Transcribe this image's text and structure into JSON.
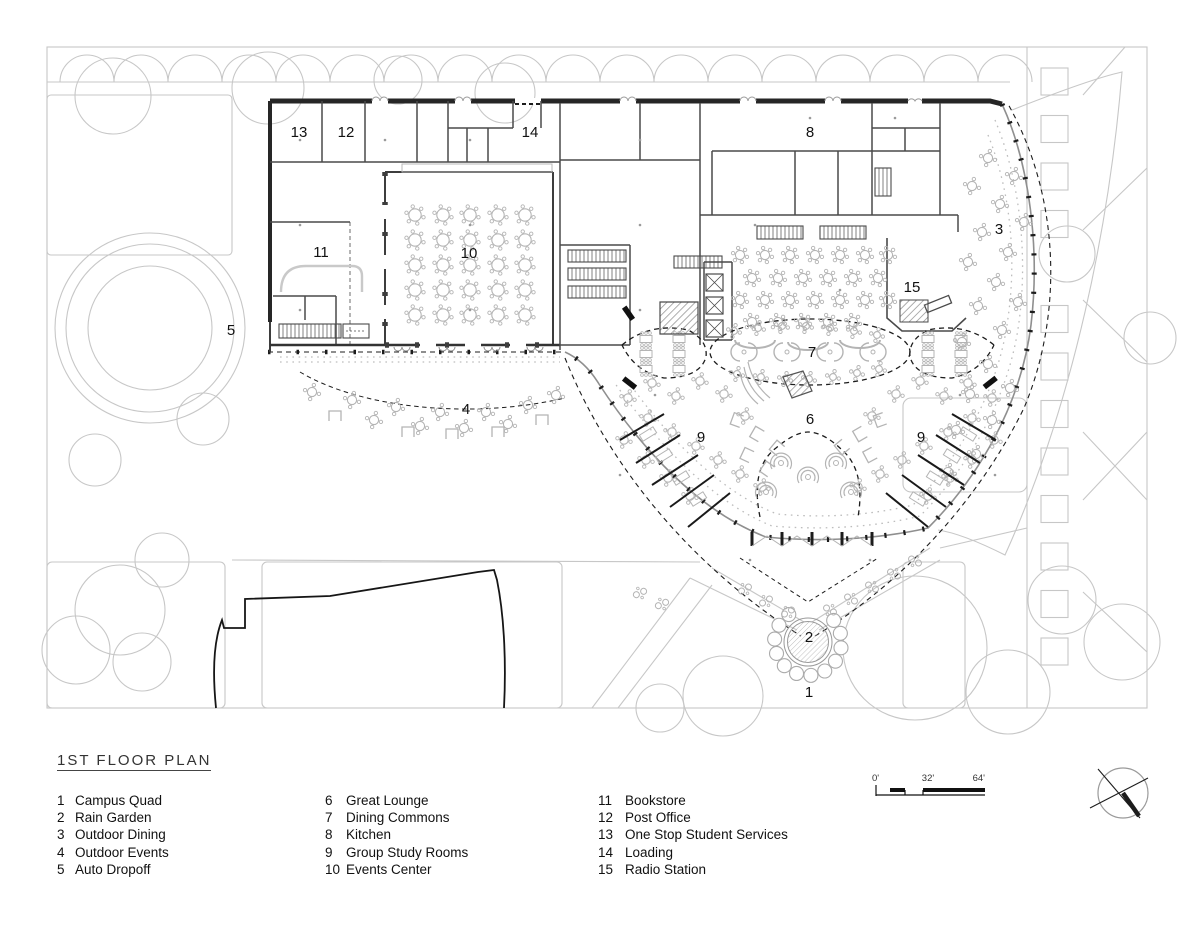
{
  "legend": {
    "title": "1ST FLOOR PLAN",
    "items": [
      {
        "num": "1",
        "label": "Campus Quad"
      },
      {
        "num": "2",
        "label": "Rain Garden"
      },
      {
        "num": "3",
        "label": "Outdoor Dining"
      },
      {
        "num": "4",
        "label": "Outdoor Events"
      },
      {
        "num": "5",
        "label": "Auto Dropoff"
      },
      {
        "num": "6",
        "label": "Great Lounge"
      },
      {
        "num": "7",
        "label": "Dining Commons"
      },
      {
        "num": "8",
        "label": "Kitchen"
      },
      {
        "num": "9",
        "label": "Group Study Rooms"
      },
      {
        "num": "10",
        "label": "Events Center"
      },
      {
        "num": "11",
        "label": "Bookstore"
      },
      {
        "num": "12",
        "label": "Post Office"
      },
      {
        "num": "13",
        "label": "One Stop Student Services"
      },
      {
        "num": "14",
        "label": "Loading"
      },
      {
        "num": "15",
        "label": "Radio Station"
      }
    ]
  },
  "plan": {
    "markers": [
      "13",
      "12",
      "14",
      "8",
      "11",
      "10",
      "3",
      "15",
      "5",
      "7",
      "4",
      "6",
      "9",
      "9",
      "2",
      "1"
    ]
  },
  "scalebar": {
    "labels": [
      "0'",
      "32'",
      "64'"
    ]
  },
  "colors": {
    "wall_dark": "#2a2a2a",
    "wall_mid": "#4a4a4a",
    "site": "#c7c7c7",
    "furniture": "#b4b4b4",
    "dashed": "#1c1c1c"
  }
}
